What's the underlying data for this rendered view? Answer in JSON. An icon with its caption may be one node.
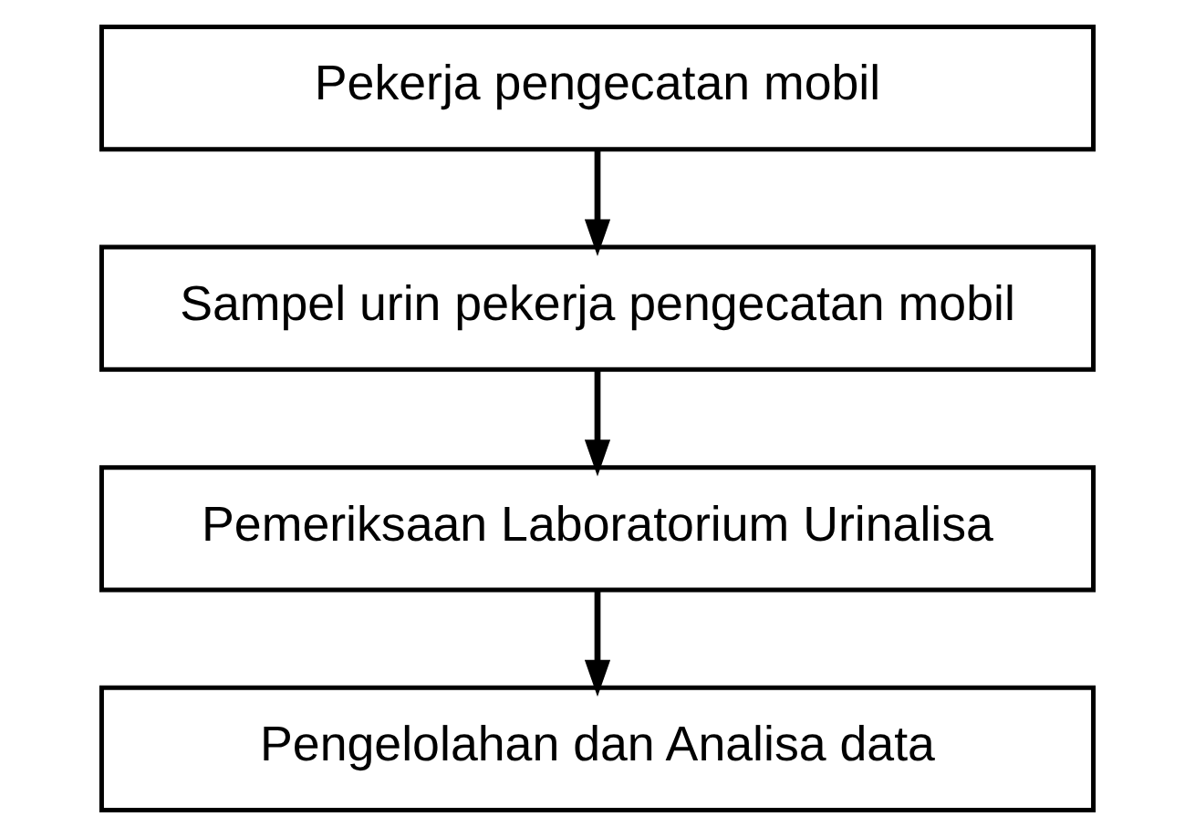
{
  "diagram": {
    "nodes": [
      {
        "text": [
          "Pekerja pengecatan mobil"
        ]
      },
      {
        "text": [
          "Sampel urin pekerja pengecatan mobil"
        ]
      },
      {
        "text": [
          "Pemeriksaan Laboratorium Urinalisa"
        ]
      },
      {
        "text": [
          "Pengelolahan dan Analisa data"
        ]
      }
    ],
    "edges": [
      {
        "from": 0,
        "to": 1,
        "arrow": "to"
      },
      {
        "from": 1,
        "to": 2,
        "arrow": "to"
      },
      {
        "from": 2,
        "to": 3,
        "arrow": "to"
      }
    ]
  }
}
